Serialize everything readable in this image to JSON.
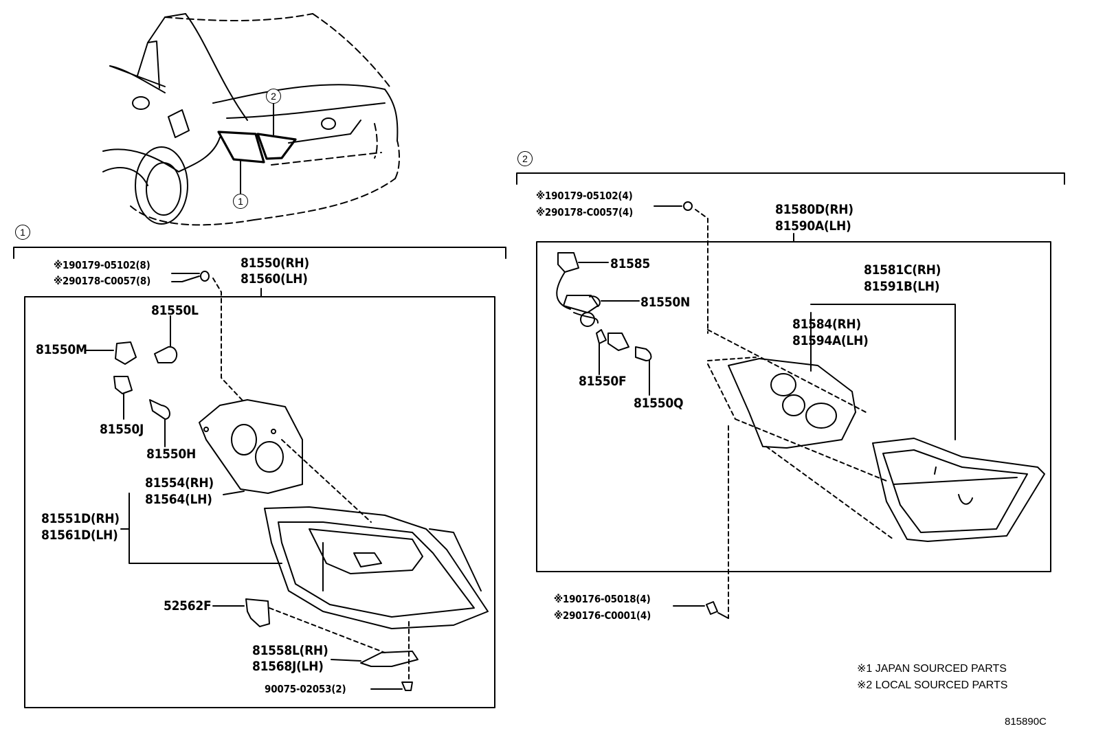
{
  "callouts": {
    "one": "1",
    "two": "2"
  },
  "group1": {
    "kanji_parts": [
      "※190179-05102(8)",
      "※290178-C0057(8)"
    ],
    "assy": [
      "81550(RH)",
      "81560(LH)"
    ],
    "bulb_81550L": "81550L",
    "socket_81550M": "81550M",
    "socket_81550J": "81550J",
    "bulb_81550H": "81550H",
    "gasket": [
      "81554(RH)",
      "81564(LH)"
    ],
    "lens": [
      "81551D(RH)",
      "81561D(LH)"
    ],
    "clip": "52562F",
    "bracket": [
      "81558L(RH)",
      "81568J(LH)"
    ],
    "screw": "90075-02053(2)"
  },
  "group2": {
    "nut_parts": [
      "※190179-05102(4)",
      "※290178-C0057(4)"
    ],
    "assy": [
      "81580D(RH)",
      "81590A(LH)"
    ],
    "socket_81585": "81585",
    "bulb_81550N": "81550N",
    "socket_81550F": "81550F",
    "bulb_81550Q": "81550Q",
    "lens": [
      "81581C(RH)",
      "81591B(LH)"
    ],
    "gasket": [
      "81584(RH)",
      "81594A(LH)"
    ],
    "bolt_parts": [
      "※190176-05018(4)",
      "※290176-C0001(4)"
    ]
  },
  "notes": [
    "※1 JAPAN SOURCED PARTS",
    "※2 LOCAL SOURCED PARTS"
  ],
  "figure_code": "815890C"
}
